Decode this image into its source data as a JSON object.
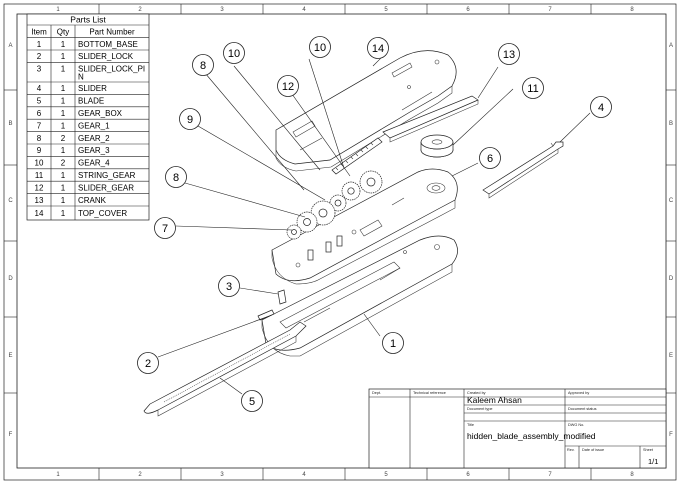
{
  "parts_list": {
    "title": "Parts List",
    "headers": [
      "Item",
      "Qty",
      "Part Number"
    ],
    "rows": [
      [
        "1",
        "1",
        "BOTTOM_BASE"
      ],
      [
        "2",
        "1",
        "SLIDER_LOCK"
      ],
      [
        "3",
        "1",
        "SLIDER_LOCK_PI",
        "N"
      ],
      [
        "4",
        "1",
        "SLIDER"
      ],
      [
        "5",
        "1",
        "BLADE"
      ],
      [
        "6",
        "1",
        "GEAR_BOX"
      ],
      [
        "7",
        "1",
        "GEAR_1"
      ],
      [
        "8",
        "2",
        "GEAR_2"
      ],
      [
        "9",
        "1",
        "GEAR_3"
      ],
      [
        "10",
        "2",
        "GEAR_4"
      ],
      [
        "11",
        "1",
        "STRING_GEAR"
      ],
      [
        "12",
        "1",
        "SLIDER_GEAR"
      ],
      [
        "13",
        "1",
        "CRANK"
      ],
      [
        "14",
        "1",
        "TOP_COVER"
      ]
    ]
  },
  "zones": {
    "columns": [
      "1",
      "2",
      "3",
      "4",
      "5",
      "6",
      "7",
      "8"
    ],
    "rows": [
      "A",
      "B",
      "C",
      "D",
      "E",
      "F"
    ]
  },
  "balloons": [
    "1",
    "2",
    "3",
    "4",
    "5",
    "6",
    "7",
    "8",
    "8",
    "9",
    "10",
    "10",
    "11",
    "12",
    "13",
    "14"
  ],
  "title_block": {
    "dept_label": "Dept.",
    "tech_ref_label": "Technical reference",
    "created_by_label": "Created by",
    "created_by": "Kaleem Ahsan",
    "approved_by_label": "Approved by",
    "doc_type_label": "Document type",
    "doc_status_label": "Document status",
    "title_label": "Title",
    "title": "hidden_blade_assembly_modified",
    "dwg_no_label": "DWG No.",
    "rev_label": "Rev.",
    "date_label": "Date of issue",
    "sheet_label": "Sheet",
    "sheet": "1/1"
  }
}
